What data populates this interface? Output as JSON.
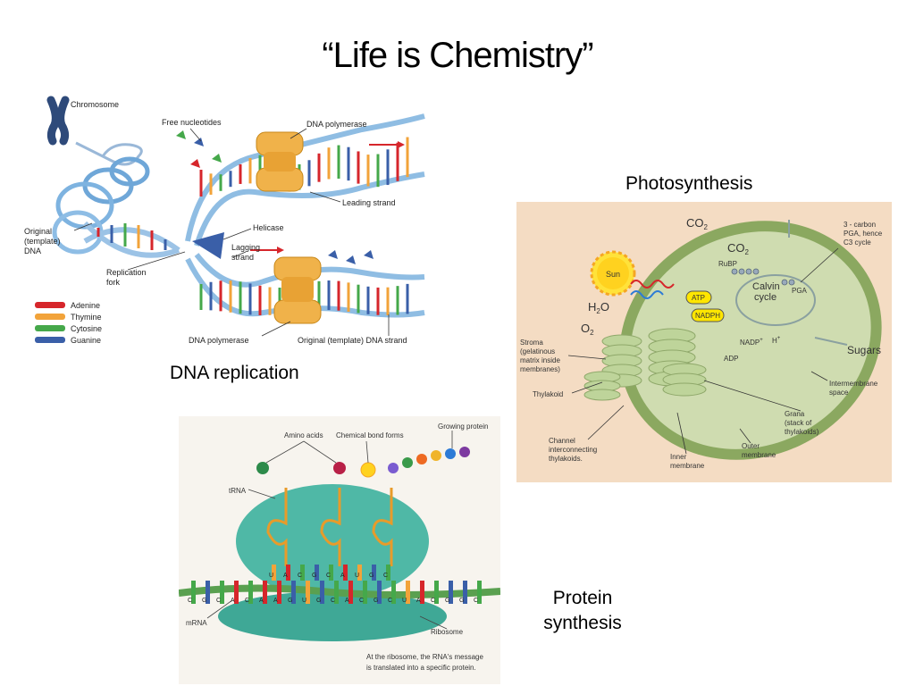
{
  "slide": {
    "title": "“Life is Chemistry”",
    "captions": {
      "dna": "DNA replication",
      "photo": "Photosynthesis",
      "protein_line1": "Protein",
      "protein_line2": "synthesis"
    }
  },
  "dna_figure": {
    "labels": {
      "chromosome": "Chromosome",
      "free_nucleotides": "Free nucleotides",
      "dna_polymerase_top": "DNA polymerase",
      "leading_strand": "Leading strand",
      "helicase": "Helicase",
      "lagging_1": "Lagging",
      "lagging_2": "strand",
      "original_1": "Original",
      "original_2": "(template)",
      "original_3": "DNA",
      "fork_1": "Replication",
      "fork_2": "fork",
      "dna_polymerase_bottom": "DNA polymerase",
      "original_template_strand": "Original (template) DNA strand"
    },
    "legend": [
      {
        "name": "Adenine",
        "color": "#d6262b"
      },
      {
        "name": "Thymine",
        "color": "#f2a33a"
      },
      {
        "name": "Cytosine",
        "color": "#45a84a"
      },
      {
        "name": "Guanine",
        "color": "#3a5fa8"
      }
    ]
  },
  "photo_figure": {
    "labels": {
      "co2_top": "CO",
      "co2_inner": "CO",
      "three_carbon_1": "3 - carbon",
      "three_carbon_2": "PGA, hence",
      "three_carbon_3": "C3 cycle",
      "rubp": "RuBP",
      "sun": "Sun",
      "calvin_1": "Calvin",
      "calvin_2": "cycle",
      "pga": "PGA",
      "h2o": "H",
      "atp": "ATP",
      "nadph": "NADPH",
      "o2": "O",
      "nadp": "NADP",
      "h_plus": "H",
      "sugars": "Sugars",
      "adp": "ADP",
      "stroma_1": "Stroma",
      "stroma_2": "(gelatinous",
      "stroma_3": "matrix inside",
      "stroma_4": "membranes)",
      "thylakoid": "Thylakoid",
      "intermembrane_1": "Intermembrane",
      "intermembrane_2": "space",
      "grana_1": "Grana",
      "grana_2": "(stack of",
      "grana_3": "thylakoids)",
      "channel_1": "Channel",
      "channel_2": "interconnecting",
      "channel_3": "thylakoids.",
      "inner_1": "Inner",
      "inner_2": "membrane",
      "outer_1": "Outer",
      "outer_2": "membrane"
    }
  },
  "protein_figure": {
    "labels": {
      "amino_acids": "Amino acids",
      "chemical_bond": "Chemical bond forms",
      "growing_protein": "Growing protein",
      "trna": "tRNA",
      "mrna": "mRNA",
      "ribosome": "Ribosome",
      "caption_1": "At the ribosome, the RNA's message",
      "caption_2": "is translated into a specific protein."
    },
    "anticodons": [
      "U",
      "A",
      "C",
      "G",
      "C",
      "A",
      "U",
      "G",
      "C"
    ],
    "codons": [
      "C",
      "G",
      "C",
      "A",
      "C",
      "A",
      "A",
      "G",
      "U",
      "G",
      "C",
      "A",
      "C",
      "G",
      "C",
      "U",
      "A",
      "C",
      "G",
      "G",
      "C"
    ]
  }
}
